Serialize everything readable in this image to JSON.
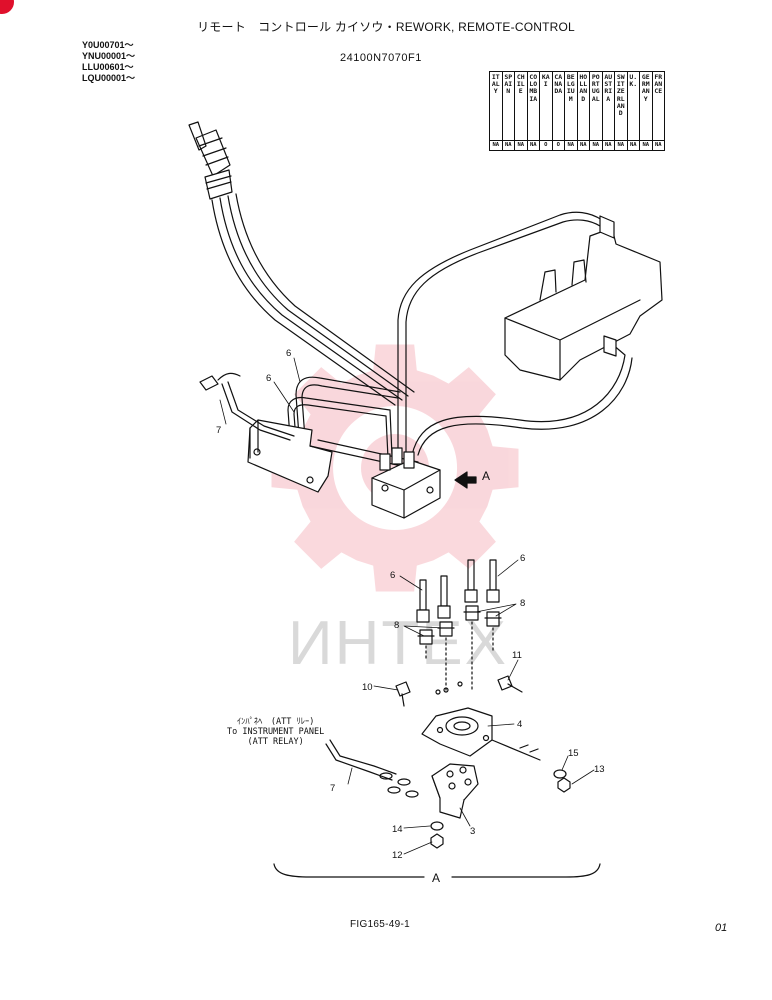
{
  "header": {
    "title": "リモート　コントロール カイソウ・REWORK, REMOTE-CONTROL",
    "serials": [
      "Y0U00701～",
      "YNU00001～",
      "LLU00601～",
      "LQU00001～"
    ],
    "part_number": "24100N7070F1"
  },
  "countries": [
    {
      "name": "ITALY",
      "code": "NA"
    },
    {
      "name": "SPAIN",
      "code": "NA"
    },
    {
      "name": "CHILE",
      "code": "NA"
    },
    {
      "name": "COLOMBIA",
      "code": "NA"
    },
    {
      "name": "KAI",
      "code": "O"
    },
    {
      "name": "CANADA",
      "code": "O"
    },
    {
      "name": "BELGIUM",
      "code": "NA"
    },
    {
      "name": "HOLLAND",
      "code": "NA"
    },
    {
      "name": "PORTUGAL",
      "code": "NA"
    },
    {
      "name": "AUSTRIA",
      "code": "NA"
    },
    {
      "name": "SWITZERLAND",
      "code": "NA"
    },
    {
      "name": "U.K.",
      "code": "NA"
    },
    {
      "name": "GERMANY",
      "code": "NA"
    },
    {
      "name": "FRANCE",
      "code": "NA"
    }
  ],
  "callouts": {
    "c6a": "6",
    "c6b": "6",
    "c7a": "7",
    "arrowA": "A",
    "c6c": "6",
    "c6d": "6",
    "c8a": "8",
    "c8b": "8",
    "c11": "11",
    "c10": "10",
    "c4": "4",
    "c7b": "7",
    "c15": "15",
    "c13": "13",
    "c3": "3",
    "c14": "14",
    "c12": "12",
    "bracketA": "A"
  },
  "note": {
    "line1": "ｲﾝﾊﾟﾈﾍ　(ATT ﾘﾚｰ)",
    "line2": "To INSTRUMENT PANEL",
    "line3": "(ATT RELAY)"
  },
  "footer": {
    "fig": "FIG165-49-1",
    "page": "01"
  },
  "watermark": {
    "text": "ИНТЕХ",
    "color": "#e0102c"
  }
}
